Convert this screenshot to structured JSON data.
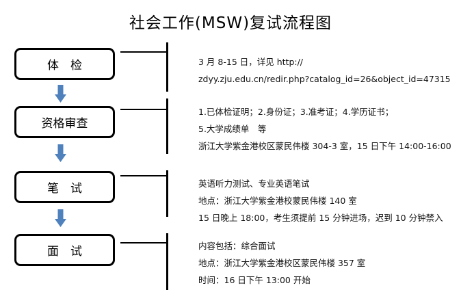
{
  "title": "社会工作(MSW)复试流程图",
  "colors": {
    "arrow": "#4f81bd",
    "stroke": "#000000"
  },
  "steps": [
    {
      "label": "体　检",
      "details": [
        "3 月 8-15 日，详见 http://",
        "zdyy.zju.edu.cn/redir.php?catalog_id=26&object_id=47315"
      ]
    },
    {
      "label": "资格审查",
      "details": [
        "1.已体检证明；2.身份证；3.准考证；4.学历证书；",
        "5.大学成绩单　等",
        "浙江大学紫金港校区蒙民伟楼 304-3 室，15 日下午 14:00-16:00"
      ]
    },
    {
      "label": "笔　试",
      "details": [
        "英语听力测试、专业英语笔试",
        "地点：浙江大学紫金港校蒙民伟楼 140 室",
        "15 日晚上 18:00，考生须提前 15 分钟进场，迟到 10 分钟禁入"
      ]
    },
    {
      "label": "面　试",
      "details": [
        "内容包括：综合面试",
        "地点：浙江大学紫金港校区蒙民伟楼 357 室",
        "时间：16 日下午 13:00 开始"
      ]
    }
  ]
}
